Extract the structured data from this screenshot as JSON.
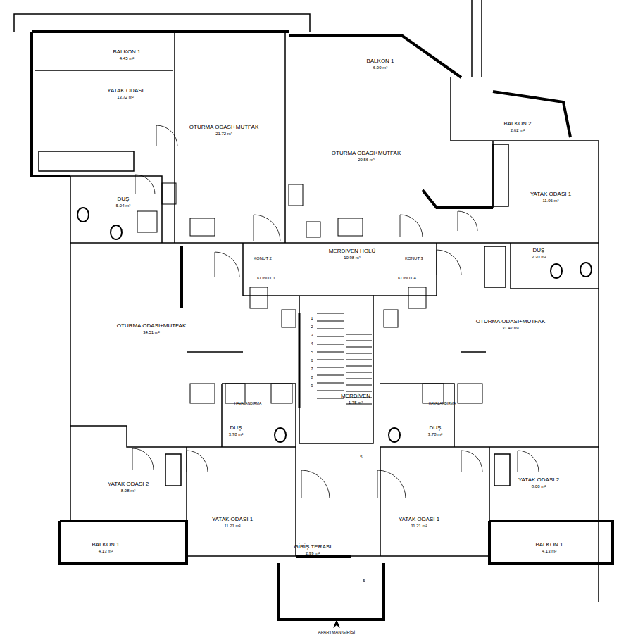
{
  "diagram": {
    "nodes": [
      {
        "text": [
          "BALKON 1",
          "4.45 m²"
        ]
      },
      {
        "text": [
          "YATAK ODASI",
          "13.72 m²"
        ]
      },
      {
        "text": [
          "OTURMA ODASI+MUTFAK",
          "21.72 m²"
        ]
      },
      {
        "text": [
          "DUŞ",
          "5.04 m²"
        ]
      },
      {
        "text": [
          "BALKON 1",
          "6.90 m²"
        ]
      },
      {
        "text": [
          "OTURMA ODASI+MUTFAK",
          "29.56 m²"
        ]
      },
      {
        "text": [
          "BALKON 2",
          "2.62 m²"
        ]
      },
      {
        "text": [
          "YATAK ODASI 1",
          "11.06 m²"
        ]
      },
      {
        "text": [
          "DUŞ",
          "3.30 m²"
        ]
      },
      {
        "text": [
          "MERDİVEN HOLÜ",
          "10.98 m²"
        ]
      },
      {
        "text": [
          "OTURMA ODASI+MUTFAK",
          "34.51 m²"
        ]
      },
      {
        "text": [
          "OTURMA ODASI+MUTFAK",
          "31.47 m²"
        ]
      },
      {
        "text": [
          "MERDİVEN",
          "1.75 m²"
        ]
      },
      {
        "text": [
          "DUŞ",
          "3.78 m²"
        ]
      },
      {
        "text": [
          "DUŞ",
          "3.78 m²"
        ]
      },
      {
        "text": [
          "YATAK ODASI 2",
          "8.98 m²"
        ]
      },
      {
        "text": [
          "YATAK ODASI 1",
          "11.21 m²"
        ]
      },
      {
        "text": [
          "YATAK ODASI 1",
          "11.21 m²"
        ]
      },
      {
        "text": [
          "YATAK ODASI 2",
          "8.08 m²"
        ]
      },
      {
        "text": [
          "BALKON 1",
          "4.13 m²"
        ]
      },
      {
        "text": [
          "GİRİŞ TERASI",
          "2.99 m²"
        ]
      },
      {
        "text": [
          "BALKON 1",
          "4.13 m²"
        ]
      }
    ],
    "labels": [
      "KONUT 2",
      "KONUT 1",
      "KONUT 3",
      "KONUT 4",
      "1",
      "2",
      "3",
      "4",
      "5",
      "6",
      "7",
      "8",
      "9",
      "HAVALANDIRMA",
      "HAVALANDIRMA",
      "5",
      "5",
      "APARTMAN GİRİŞİ"
    ]
  }
}
